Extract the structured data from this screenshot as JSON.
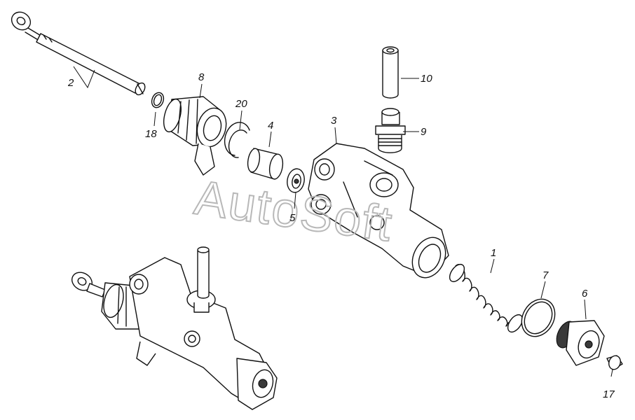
{
  "watermark": "AutoSoft",
  "labels": {
    "p1": "1",
    "p2": "2",
    "p3": "3",
    "p4": "4",
    "p5": "5",
    "p6": "6",
    "p7": "7",
    "p8": "8",
    "p9": "9",
    "p10": "10",
    "p17": "17",
    "p18": "18",
    "p20": "20"
  }
}
